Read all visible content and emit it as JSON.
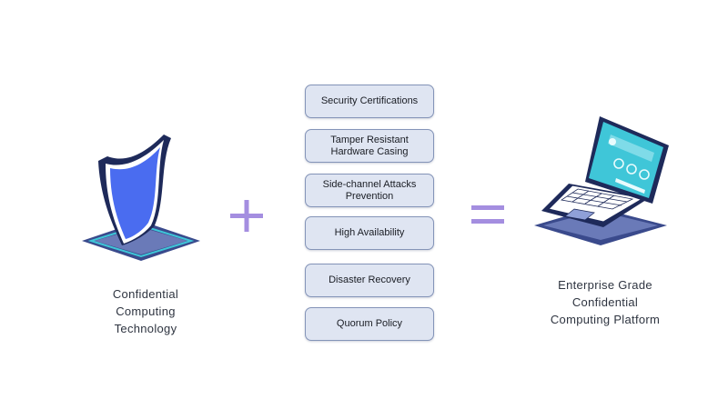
{
  "left": {
    "caption": "Confidential\nComputing\nTechnology",
    "icon": "shield-icon"
  },
  "operators": {
    "plus": "plus-icon",
    "equals": "equals-icon",
    "color": "#a48ee0"
  },
  "features": [
    {
      "label": "Security Certifications"
    },
    {
      "label": "Tamper Resistant\nHardware Casing"
    },
    {
      "label": "Side-channel Attacks\nPrevention"
    },
    {
      "label": "High Availability"
    },
    {
      "label": "Disaster Recovery"
    },
    {
      "label": "Quorum Policy"
    }
  ],
  "right": {
    "caption": "Enterprise Grade\nConfidential\nComputing Platform",
    "icon": "laptop-icon"
  },
  "colors": {
    "box_fill": "#dfe5f2",
    "box_border": "#8494b8",
    "shield_blue": "#4a6cf0",
    "navy": "#1e2a5a",
    "teal": "#3fc6d8"
  }
}
